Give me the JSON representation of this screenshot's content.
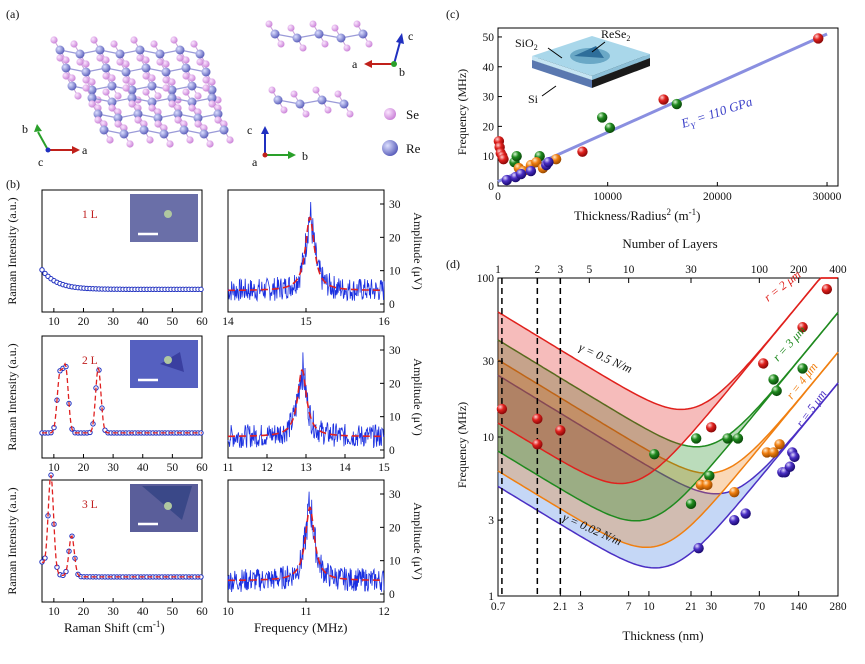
{
  "panels": {
    "a": {
      "label": "(a)",
      "axes_left": {
        "b": "b",
        "a": "a",
        "c": "c"
      },
      "axes_top_right": {
        "c": "c",
        "a": "a",
        "b": "b"
      },
      "axes_bottom_right": {
        "c": "c",
        "a": "a",
        "b": "b"
      },
      "legend": [
        {
          "symbol": "Se",
          "color": "#e0a6e8"
        },
        {
          "symbol": "Re",
          "color": "#7b7fd1"
        }
      ]
    },
    "b": {
      "label": "(b)",
      "raman_ylabel": "Raman Intensity (a.u.)",
      "amp_ylabel": "Amplitude (μV)",
      "raman_xlabel": "Raman Shift (cm",
      "raman_xlabel_sup": "-1",
      "raman_xlabel_end": ")",
      "freq_xlabel": "Frequency (MHz)",
      "rows": [
        {
          "layer": "1 L",
          "raman_ticks": [
            "10",
            "20",
            "30",
            "40",
            "50",
            "60"
          ],
          "freq_ticks": [
            "14",
            "15",
            "16"
          ],
          "freq_range": [
            14,
            16
          ],
          "center": 15.05,
          "amp_ticks": [
            "0",
            "10",
            "20",
            "30"
          ]
        },
        {
          "layer": "2 L",
          "raman_ticks": [
            "10",
            "20",
            "30",
            "40",
            "50",
            "60"
          ],
          "freq_ticks": [
            "11",
            "12",
            "13",
            "14",
            "15"
          ],
          "freq_range": [
            11,
            15
          ],
          "center": 12.9,
          "amp_ticks": [
            "0",
            "10",
            "20",
            "30"
          ]
        },
        {
          "layer": "3 L",
          "raman_ticks": [
            "10",
            "20",
            "30",
            "40",
            "50",
            "60"
          ],
          "freq_ticks": [
            "10",
            "11",
            "12"
          ],
          "freq_range": [
            10,
            12
          ],
          "center": 11.05,
          "amp_ticks": [
            "0",
            "10",
            "20",
            "30"
          ]
        }
      ]
    },
    "c": {
      "label": "(c)",
      "ylabel": "Frequency (MHz)",
      "xlabel": "Thickness/Radius",
      "xlabel_sup": "2",
      "xlabel_end": " (m",
      "xlabel_sup2": "-1",
      "xlabel_end2": ")",
      "annotation": "E",
      "annotation_sub": "Y",
      "annotation_end": " = 110 GPa",
      "inset": {
        "sio2": "SiO",
        "sio2_sub": "2",
        "rese2": "ReSe",
        "rese2_sub": "2",
        "si": "Si"
      },
      "xticks": [
        "0",
        "10000",
        "20000",
        "30000"
      ],
      "yticks": [
        "0",
        "10",
        "20",
        "30",
        "40",
        "50"
      ]
    },
    "d": {
      "label": "(d)",
      "ylabel": "Frequency (MHz)",
      "xlabel": "Thickness (nm)",
      "top_label": "Number of Layers",
      "xticks": [
        "0.7",
        "2.1",
        "7",
        "21",
        "70",
        "280"
      ],
      "xticks_extra": [
        "3",
        "10",
        "30",
        "140"
      ],
      "top_ticks": [
        "1",
        "2",
        "3",
        "5",
        "10",
        "30",
        "100",
        "200",
        "400"
      ],
      "yticks": [
        "1",
        "3",
        "10",
        "30",
        "100"
      ],
      "gamma_hi": "γ = 0.5 N/m",
      "gamma_lo": "γ = 0.02 N/m",
      "r_labels": [
        {
          "text": "r = 2 μm",
          "color": "#e0211d"
        },
        {
          "text": "r = 3 μm",
          "color": "#1f8a1f"
        },
        {
          "text": "r = 4 μm",
          "color": "#f07f10"
        },
        {
          "text": "r = 5 μm",
          "color": "#4a2fc4"
        }
      ]
    }
  },
  "colors": {
    "red": "#e0211d",
    "green": "#1f8a1f",
    "orange": "#f07f10",
    "purple": "#4a2fc4",
    "blue": "#1a2fe0",
    "fitline": "#8a8fe0"
  },
  "chart_data": [
    {
      "type": "scatter",
      "panel": "c",
      "x_label": "Thickness/Radius2 (m-1)",
      "y_label": "Frequency (MHz)",
      "xlim": [
        0,
        31000
      ],
      "ylim": [
        0,
        53
      ],
      "fit_line": {
        "x": [
          0,
          30000
        ],
        "y": [
          1.5,
          51
        ]
      },
      "series": [
        {
          "color": "red",
          "points": [
            [
              80,
              15
            ],
            [
              150,
              13
            ],
            [
              250,
              11
            ],
            [
              400,
              10
            ],
            [
              500,
              9
            ],
            [
              7700,
              11.5
            ],
            [
              15100,
              29
            ],
            [
              29200,
              49.5
            ]
          ]
        },
        {
          "color": "green",
          "points": [
            [
              1500,
              8
            ],
            [
              1700,
              10
            ],
            [
              3800,
              10
            ],
            [
              9500,
              23
            ],
            [
              10200,
              19.5
            ],
            [
              16300,
              27.5
            ]
          ]
        },
        {
          "color": "orange",
          "points": [
            [
              1900,
              6
            ],
            [
              2300,
              5
            ],
            [
              3000,
              7
            ],
            [
              3500,
              8
            ],
            [
              4100,
              6
            ],
            [
              5300,
              9
            ]
          ]
        },
        {
          "color": "purple",
          "points": [
            [
              800,
              2
            ],
            [
              1600,
              3
            ],
            [
              2100,
              4
            ],
            [
              3000,
              5
            ],
            [
              4400,
              7
            ],
            [
              4600,
              8
            ]
          ]
        }
      ]
    },
    {
      "type": "scatter",
      "panel": "d",
      "x_scale": "log",
      "y_scale": "log",
      "xlim": [
        0.7,
        280
      ],
      "ylim": [
        1,
        100
      ],
      "series": [
        {
          "color": "red",
          "points": [
            [
              0.75,
              15
            ],
            [
              1.4,
              13
            ],
            [
              1.4,
              9
            ],
            [
              2.1,
              11
            ],
            [
              30,
              11.5
            ],
            [
              75,
              29
            ],
            [
              150,
              49
            ],
            [
              230,
              85
            ]
          ]
        },
        {
          "color": "green",
          "points": [
            [
              11,
              7.8
            ],
            [
              21,
              3.8
            ],
            [
              23,
              9.8
            ],
            [
              29,
              5.7
            ],
            [
              40,
              9.8
            ],
            [
              48,
              9.8
            ],
            [
              90,
              23
            ],
            [
              95,
              19.5
            ],
            [
              150,
              27
            ]
          ]
        },
        {
          "color": "orange",
          "points": [
            [
              25,
              5
            ],
            [
              28,
              5
            ],
            [
              45,
              4.5
            ],
            [
              80,
              8
            ],
            [
              90,
              8
            ],
            [
              100,
              9
            ]
          ]
        },
        {
          "color": "purple",
          "points": [
            [
              24,
              2
            ],
            [
              45,
              3
            ],
            [
              55,
              3.3
            ],
            [
              105,
              6
            ],
            [
              110,
              6
            ],
            [
              120,
              6.5
            ],
            [
              125,
              8
            ],
            [
              130,
              7.5
            ]
          ]
        }
      ]
    }
  ]
}
